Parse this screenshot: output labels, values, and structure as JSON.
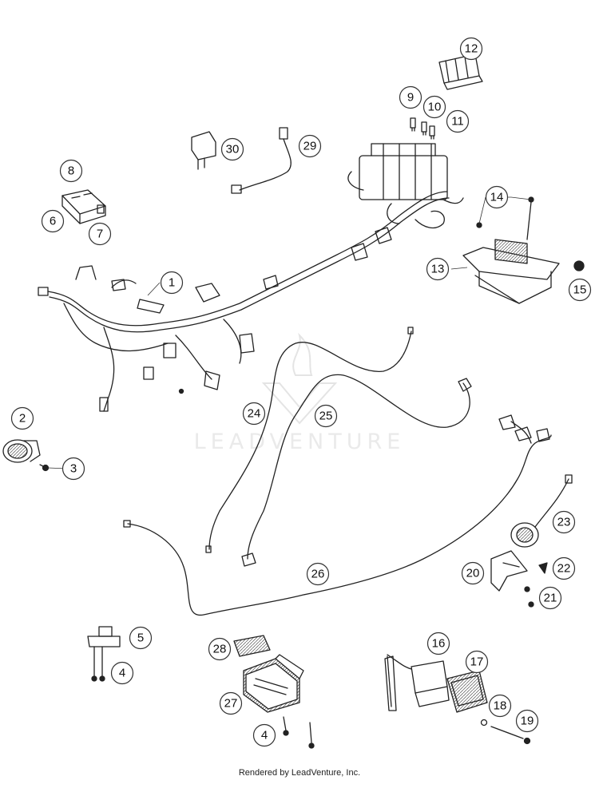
{
  "watermark": "LEADVENTURE",
  "footer": "Rendered by LeadVenture, Inc.",
  "callouts": [
    "1",
    "2",
    "3",
    "4",
    "4",
    "5",
    "6",
    "7",
    "8",
    "9",
    "10",
    "11",
    "12",
    "13",
    "14",
    "15",
    "16",
    "17",
    "18",
    "19",
    "20",
    "21",
    "22",
    "23",
    "24",
    "25",
    "26",
    "27",
    "28",
    "29",
    "30"
  ],
  "colors": {
    "line": "#222222",
    "callout_border": "#333333",
    "watermark": "#d9d9d9"
  }
}
